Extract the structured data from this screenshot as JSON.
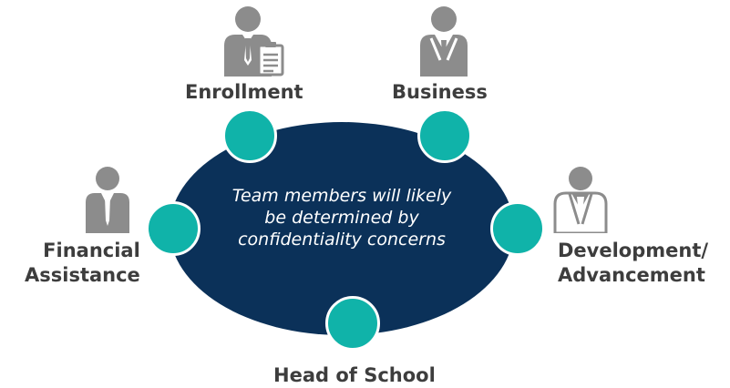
{
  "center_text": {
    "line1": "Team members will likely",
    "line2": "be determined by",
    "line3": "confidentiality concerns"
  },
  "roles": {
    "enrollment": {
      "label": "Enrollment",
      "icon": "person-clipboard-icon"
    },
    "business": {
      "label": "Business",
      "icon": "businessperson-icon"
    },
    "financial": {
      "line1": "Financial",
      "line2": "Assistance",
      "icon": "person-tie-icon"
    },
    "development": {
      "line1": "Development/",
      "line2": "Advancement",
      "icon": "person-labcoat-icon"
    },
    "head": {
      "label": "Head of School"
    }
  },
  "colors": {
    "table": "#0b3159",
    "seat": "#10b3a9",
    "icon": "#8c8c8c",
    "label": "#3d3d3d"
  }
}
